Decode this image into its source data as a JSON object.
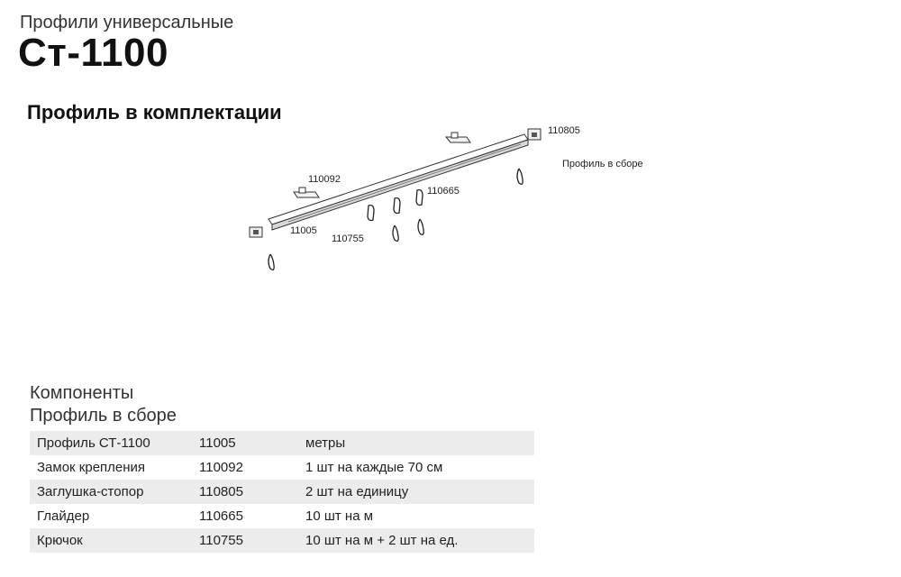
{
  "header": {
    "subtitle": "Профили универсальные",
    "title": "Ст-1100"
  },
  "section_title": "Профиль в комплектации",
  "diagram": {
    "labels": {
      "label_110805": "110805",
      "label_assembled": "Профиль в сборе",
      "label_110092": "110092",
      "label_110665": "110665",
      "label_11005": "11005",
      "label_110755": "110755"
    }
  },
  "components": {
    "heading": "Компоненты",
    "subheading": "Профиль в сборе",
    "rows": [
      {
        "name": "Профиль СТ-1100",
        "code": "11005",
        "qty": "метры"
      },
      {
        "name": "Замок крепления",
        "code": "110092",
        "qty": "1 шт на каждые 70 см"
      },
      {
        "name": "Заглушка-стопор",
        "code": "110805",
        "qty": "2 шт на единицу"
      },
      {
        "name": "Глайдер",
        "code": "110665",
        "qty": "10 шт на м"
      },
      {
        "name": "Крючок",
        "code": "110755",
        "qty": "10 шт на м + 2 шт на ед."
      }
    ]
  }
}
